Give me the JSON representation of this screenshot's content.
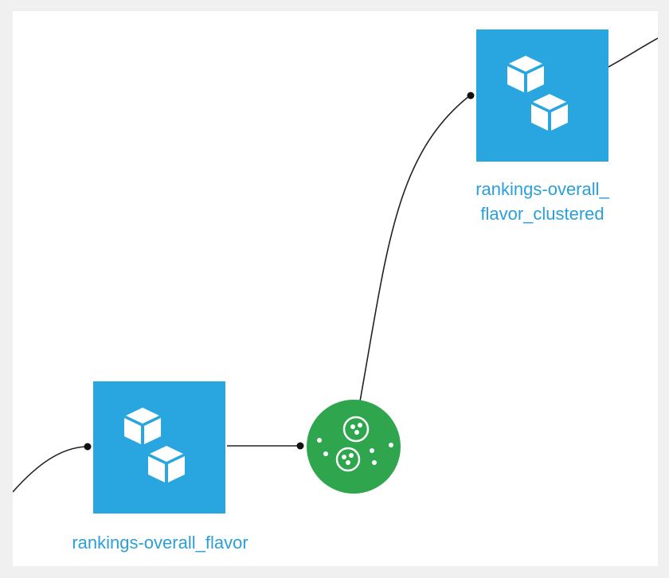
{
  "flow": {
    "nodes": [
      {
        "id": "ds1",
        "type": "dataset",
        "label": [
          "rankings-overall_flavor"
        ],
        "color": "#29a6df",
        "icon": "dataset-cubes-icon"
      },
      {
        "id": "recipe1",
        "type": "recipe",
        "label": [],
        "color": "#2fa64e",
        "icon": "clustering-icon"
      },
      {
        "id": "ds2",
        "type": "dataset",
        "label": [
          "rankings-overall_",
          "flavor_clustered"
        ],
        "color": "#29a6df",
        "icon": "dataset-cubes-icon"
      }
    ],
    "edges": [
      {
        "from": "ds1",
        "to": "recipe1"
      },
      {
        "from": "recipe1",
        "to": "ds2"
      }
    ]
  }
}
